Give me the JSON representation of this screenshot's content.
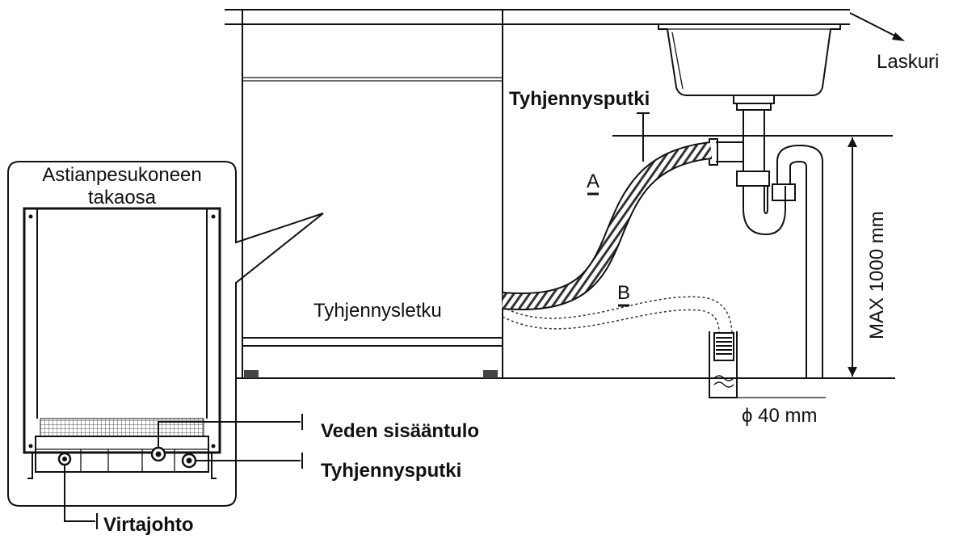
{
  "labels": {
    "counter": "Laskuri",
    "drain_pipe_top": "Tyhjennysputki",
    "rear_title_line1": "Astianpesukoneen",
    "rear_title_line2": "takaosa",
    "drain_hose": "Tyhjennysletku",
    "option_a": "A",
    "option_b": "B",
    "max_height": "MAX 1000 mm",
    "diameter": "ϕ 40 mm",
    "water_inlet": "Veden sisääntulo",
    "drain_pipe_bottom": "Tyhjennysputki",
    "power_cord": "Virtajohto"
  }
}
